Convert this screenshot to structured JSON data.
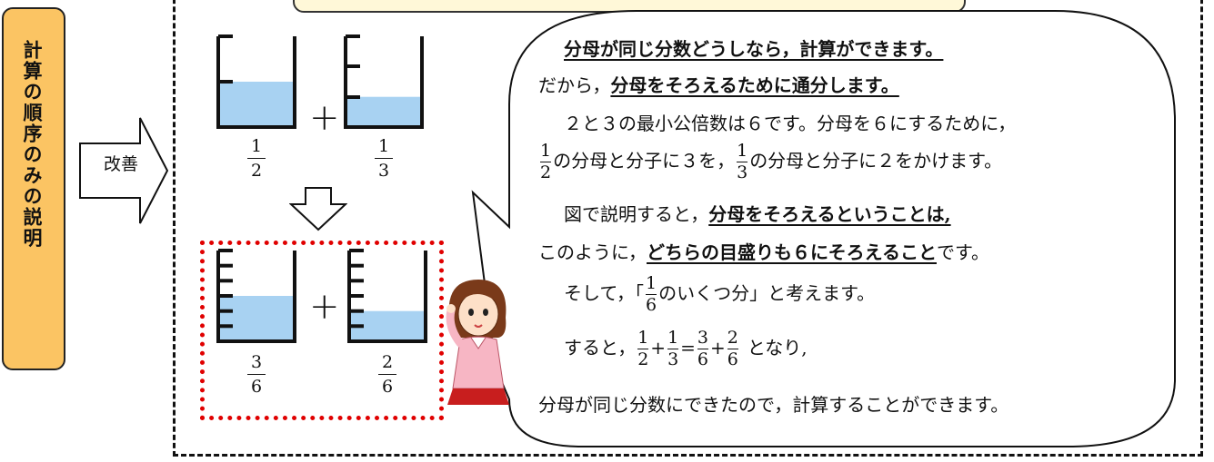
{
  "side_label": "計算の順序のみの説明",
  "improve_label": "改善",
  "operator_plus": "+",
  "top_row": {
    "left": {
      "num": "1",
      "den": "2"
    },
    "right": {
      "num": "1",
      "den": "3"
    }
  },
  "bottom_row": {
    "left": {
      "num": "3",
      "den": "6"
    },
    "right": {
      "num": "2",
      "den": "6"
    }
  },
  "levels": {
    "half": 0.5,
    "third": 0.333,
    "three_sixths": 0.5,
    "two_sixths": 0.333
  },
  "colors": {
    "water": "#a8d2f2",
    "label_bg": "#fbc463",
    "highlight": "#e00000",
    "top_box_bg": "#fff8d8"
  },
  "explanation": {
    "line1": "分母が同じ分数どうしなら，計算ができます。",
    "line2_prefix": "だから，",
    "line2_bold": "分母をそろえるために通分します。",
    "line3": "２と３の最小公倍数は６です。分母を６にするために，",
    "line4_frac1": {
      "num": "1",
      "den": "2"
    },
    "line4_mid": "の分母と分子に３を，",
    "line4_frac2": {
      "num": "1",
      "den": "3"
    },
    "line4_suffix": "の分母と分子に２をかけます。",
    "line5_prefix": "図で説明すると，",
    "line5_bold": "分母をそろえるということは,",
    "line6_prefix": "このように，",
    "line6_bold": "どちらの目盛りも６にそろえること",
    "line6_suffix": "です。",
    "line7_prefix": "そして，「",
    "line7_frac": {
      "num": "1",
      "den": "6"
    },
    "line7_suffix": "のいくつ分」と考えます。",
    "line8_prefix": "すると，",
    "line8_f1": {
      "num": "1",
      "den": "2"
    },
    "line8_plus1": "+",
    "line8_f2": {
      "num": "1",
      "den": "3"
    },
    "line8_eq": "=",
    "line8_f3": {
      "num": "3",
      "den": "6"
    },
    "line8_plus2": "+",
    "line8_f4": {
      "num": "2",
      "den": "6"
    },
    "line8_suffix": "となり,",
    "line9": "分母が同じ分数にできたので，計算することができます。"
  }
}
